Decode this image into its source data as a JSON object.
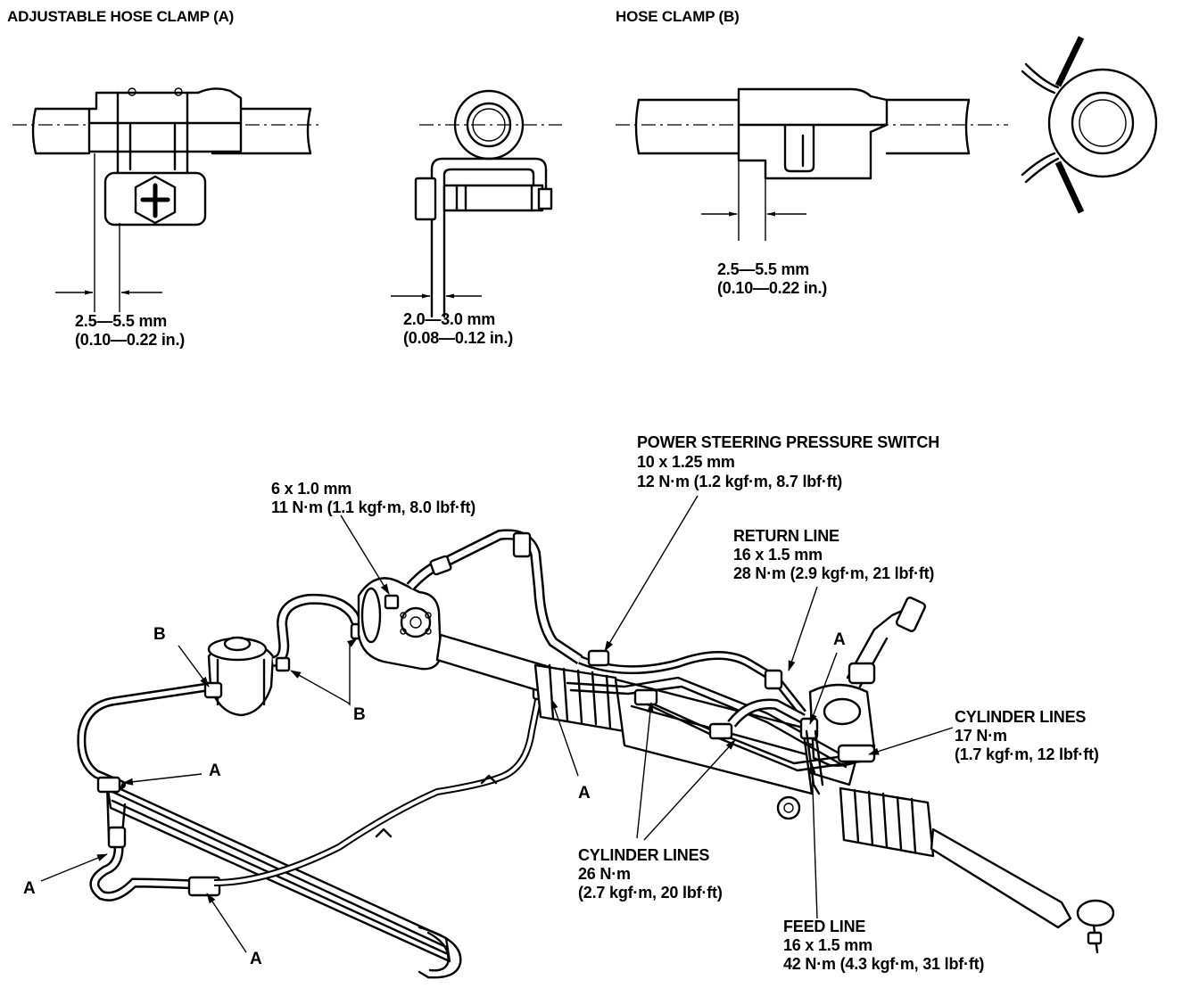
{
  "titles": {
    "clamp_a": "ADJUSTABLE HOSE CLAMP (A)",
    "clamp_b": "HOSE CLAMP (B)"
  },
  "dims": {
    "a_side_mm": "2.5—5.5 mm",
    "a_side_in": "(0.10—0.22 in.)",
    "a_end_mm": "2.0—3.0 mm",
    "a_end_in": "(0.08—0.12 in.)",
    "b_side_mm": "2.5—5.5 mm",
    "b_side_in": "(0.10—0.22 in.)"
  },
  "callouts": {
    "pressure_switch": {
      "name": "POWER STEERING PRESSURE SWITCH",
      "size": "10 x 1.25 mm",
      "torque": "12 N·m (1.2 kgf·m, 8.7 lbf·ft)"
    },
    "pump_bolt": {
      "size": "6 x 1.0 mm",
      "torque": "11 N·m (1.1 kgf·m, 8.0 lbf·ft)"
    },
    "return_line": {
      "name": "RETURN LINE",
      "size": "16 x 1.5 mm",
      "torque": "28 N·m (2.9 kgf·m, 21 lbf·ft)"
    },
    "cylinder_lines_right": {
      "name": "CYLINDER LINES",
      "torque": "17 N·m",
      "torque_alt": "(1.7 kgf·m, 12 lbf·ft)"
    },
    "cylinder_lines_bottom": {
      "name": "CYLINDER LINES",
      "torque": "26 N·m",
      "torque_alt": "(2.7 kgf·m, 20 lbf·ft)"
    },
    "feed_line": {
      "name": "FEED LINE",
      "size": "16 x 1.5 mm",
      "torque": "42 N·m (4.3 kgf·m, 31 lbf·ft)"
    }
  },
  "letters": {
    "a": "A",
    "b": "B"
  }
}
